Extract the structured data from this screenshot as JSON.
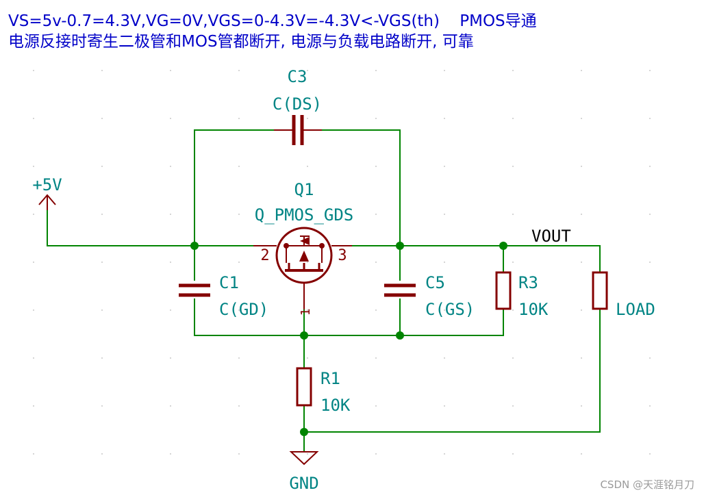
{
  "notes": {
    "line1": "VS=5v-0.7=4.3V,VG=0V,VGS=0-4.3V=-4.3V<-VGS(th)    PMOS导通",
    "line2": "电源反接时寄生二极管和MOS管都断开, 电源与负载电路断开, 可靠"
  },
  "components": {
    "C3": {
      "ref": "C3",
      "value": "C(DS)"
    },
    "Q1": {
      "ref": "Q1",
      "value": "Q_PMOS_GDS",
      "pin_left": "2",
      "pin_right": "3",
      "pin_bottom": "1"
    },
    "C1": {
      "ref": "C1",
      "value": "C(GD)"
    },
    "C5": {
      "ref": "C5",
      "value": "C(GS)"
    },
    "R3": {
      "ref": "R3",
      "value": "10K"
    },
    "R1": {
      "ref": "R1",
      "value": "10K"
    },
    "LOAD": {
      "value": "LOAD"
    }
  },
  "power": {
    "vplus": "+5V",
    "gnd": "GND"
  },
  "nets": {
    "vout": "VOUT"
  },
  "watermark": "CSDN @天涯铭月刀",
  "colors": {
    "wire": "#008400",
    "component": "#840000",
    "label": "#008484",
    "note": "#0000c8",
    "junction": "#008400"
  }
}
